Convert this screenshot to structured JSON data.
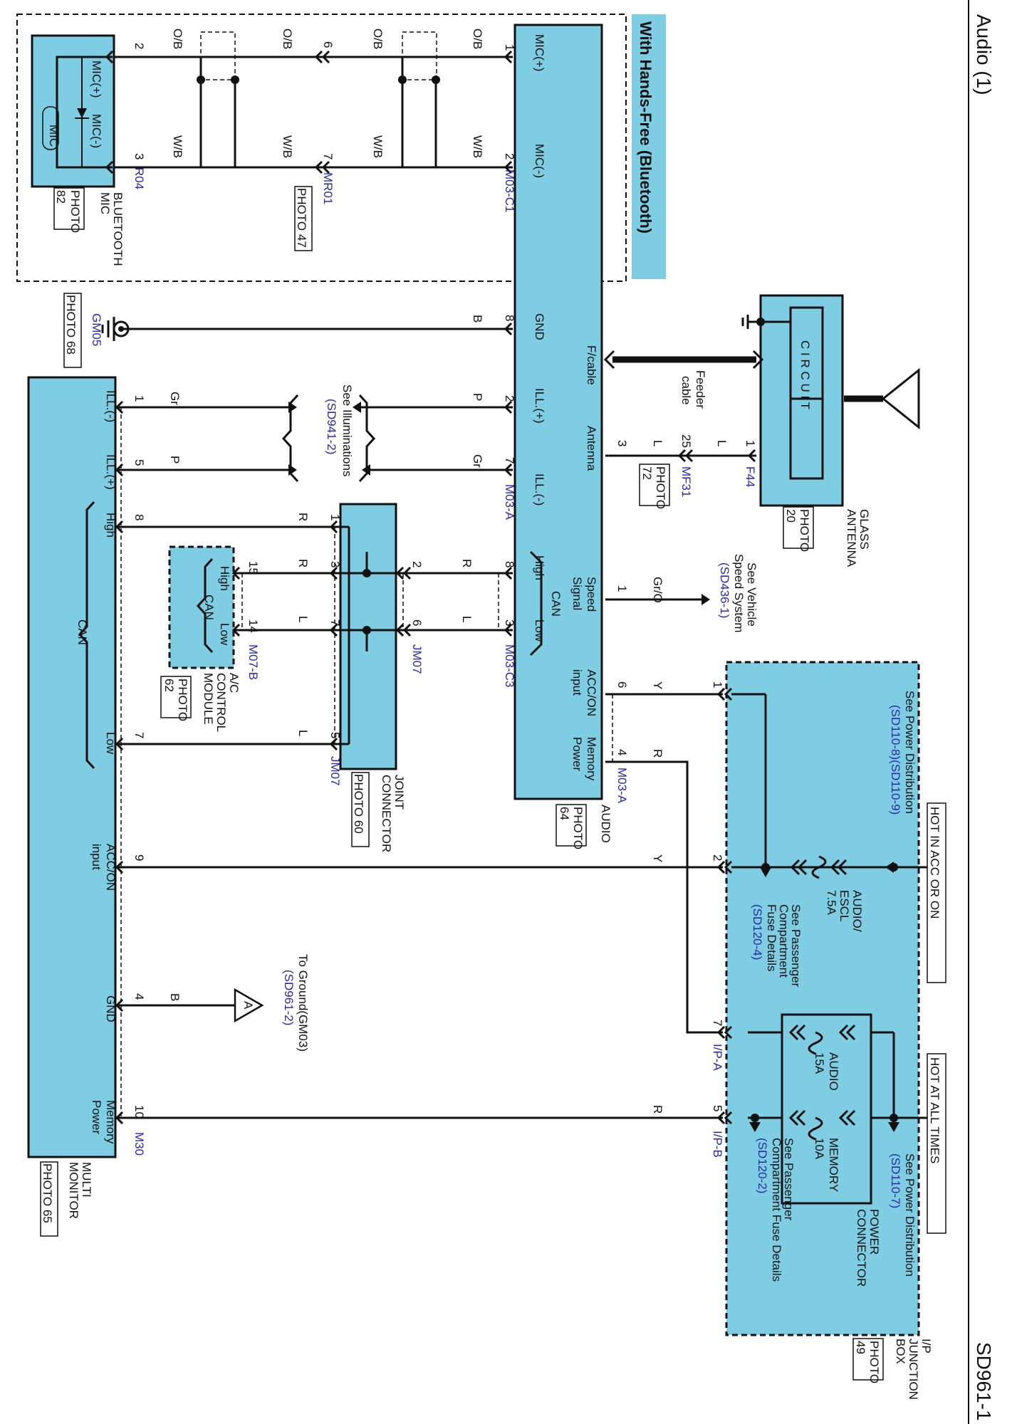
{
  "page": {
    "title": "Audio (1)",
    "code": "SD961-1"
  },
  "handsfree": {
    "label": "With Hands-Free (Bluetooth)"
  },
  "audio": {
    "name1": "AUDIO",
    "photo": "PHOTO",
    "photo_num": "64",
    "pins": {
      "mic_plus": "MIC(+)",
      "mic_minus": "MIC(-)",
      "gnd": "GND",
      "fcable": "F/cable",
      "ill_plus": "ILL.(+)",
      "antenna": "Antenna",
      "ill_minus": "ILL.(-)",
      "can_high": "High",
      "can": "CAN",
      "can_low": "Low",
      "speed1": "Speed",
      "speed2": "Signal",
      "acc1": "ACC/ON",
      "acc2": "input",
      "mem1": "Memory",
      "mem2": "Power"
    }
  },
  "bt_mic": {
    "name1": "BLUETOOTH",
    "name2": "MIC",
    "photo": "PHOTO",
    "photo_num": "82",
    "conn": "R04",
    "mic": "MIC",
    "mic_plus": "MIC(+)",
    "mic_minus": "MIC(-)"
  },
  "connectors": {
    "mr01": "MR01",
    "mr01_photo": "PHOTO 47",
    "m03c1": "M03-C1",
    "m03a": "M03-A",
    "m03c3": "M03-C3",
    "m03a2": "M03-A",
    "gm05": "GM05",
    "gm05_photo": "PHOTO 68",
    "f44": "F44",
    "mf31": "MF31",
    "mf31_photo": "PHOTO",
    "mf31_photo_num": "72",
    "jm07a": "JM07",
    "jm07b": "JM07",
    "m07b": "M07-B",
    "m30": "M30",
    "ipa": "I/P-A",
    "ipb": "I/P-B"
  },
  "wires": {
    "ob": "O/B",
    "wb": "W/B",
    "b": "B",
    "p": "P",
    "gr": "Gr",
    "l": "L",
    "r": "R",
    "gro": "Gr/O",
    "y": "Y"
  },
  "pins": {
    "p1": "1",
    "p2": "2",
    "p3": "3",
    "p4": "4",
    "p5": "5",
    "p6": "6",
    "p7": "7",
    "p8": "8",
    "p9": "9",
    "p10": "10",
    "p14": "14",
    "p15": "15",
    "p25": "25"
  },
  "antenna": {
    "name1": "GLASS",
    "name2": "ANTENNA",
    "photo": "PHOTO",
    "photo_num": "20",
    "circuit": "C I R C U I T",
    "feeder1": "Feeder",
    "feeder2": "cable"
  },
  "illum": {
    "see": "See Illuminations",
    "ref": "(SD941-2)"
  },
  "speed_ref": {
    "line1": "See Vehicle",
    "line2": "Speed System",
    "ref": "(SD436-1)"
  },
  "joint": {
    "name1": "JOINT",
    "name2": "CONNECTOR",
    "photo": "PHOTO 60"
  },
  "ac": {
    "name1": "A/C",
    "name2": "CONTROL",
    "name3": "MODULE",
    "photo": "PHOTO",
    "photo_num": "62",
    "high": "High",
    "can": "CAN",
    "low": "Low"
  },
  "ground_ref": {
    "symbol": "A",
    "line1": "To Ground(GM03)",
    "ref": "(SD961-2)"
  },
  "monitor": {
    "name1": "MULTI",
    "name2": "MONITOR",
    "photo": "PHOTO 65",
    "ill_minus": "ILL.(-)",
    "ill_plus": "ILL.(+)",
    "high": "High",
    "can": "CAN",
    "low": "Low",
    "acc1": "ACC/ON",
    "acc2": "input",
    "gnd": "GND",
    "mem1": "Memory",
    "mem2": "Power"
  },
  "jbox": {
    "name1": "I/P",
    "name2": "JUNCTION",
    "name3": "BOX",
    "photo": "PHOTO",
    "photo_num": "49",
    "hot_acc": "HOT IN ACC OR ON",
    "hot_all": "HOT AT ALL TIMES",
    "pd1_line1": "See Power Distribution",
    "pd1_ref": "(SD110-8)(SD110-9)",
    "fuse1_line1": "AUDIO/",
    "fuse1_line2": "ESCL",
    "fuse1_line3": "7.5A",
    "pc1_line1": "See Passenger",
    "pc1_line2": "Compartment",
    "pc1_line3": "Fuse Details",
    "pc1_ref": "(SD120-4)",
    "fuse2_line1": "AUDIO",
    "fuse2_line2": "15A",
    "fuse3_line1": "MEMORY",
    "fuse3_line2": "10A",
    "pd2_line1": "See Power Distribution",
    "pd2_ref": "(SD110-7)",
    "power_conn1": "POWER",
    "power_conn2": "CONNECTOR",
    "pc2_line1": "See Passenger",
    "pc2_line2": "Compartment Fuse Details",
    "pc2_ref": "(SD120-2)"
  }
}
